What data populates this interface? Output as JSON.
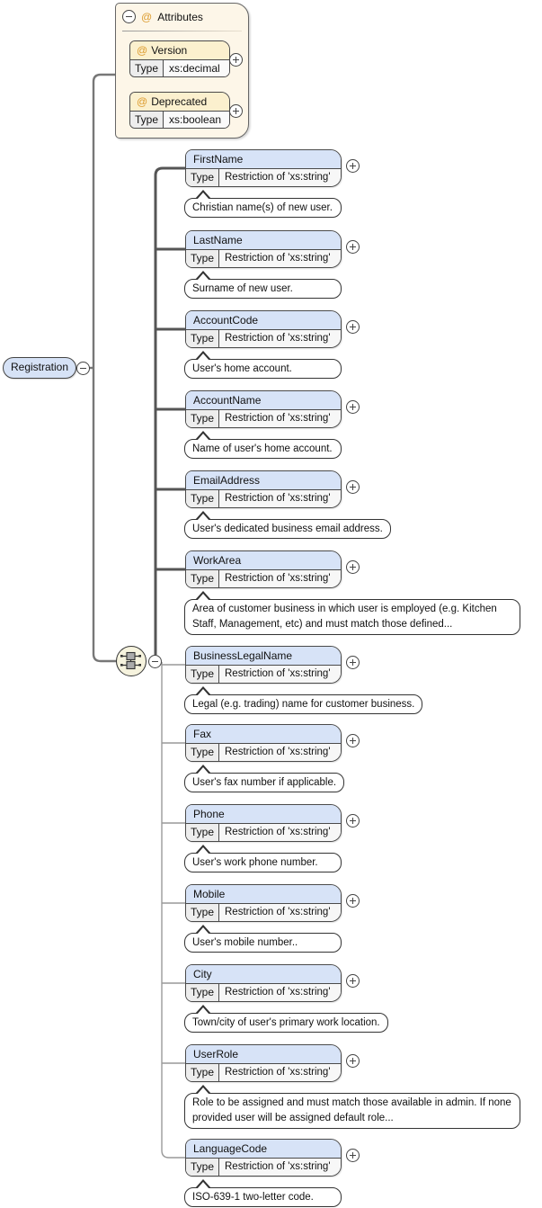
{
  "root": {
    "label": "Registration"
  },
  "icons": {
    "collapse": "minus-circle",
    "expand": "plus-circle",
    "compositor": "sequence-icon",
    "attribute_marker": "@"
  },
  "colors": {
    "element_header_bg": "#D7E3F7",
    "attribute_header_bg": "#FBF0CE",
    "attributes_panel_bg": "#FDF6E8",
    "type_cell_bg": "#EDEDED",
    "value_cell_bg": "#F7F7F7",
    "at_symbol": "#DC9B2D",
    "wire_dark": "#555555",
    "wire_light": "#999999"
  },
  "attributes_panel": {
    "title": "Attributes",
    "at_symbol": "@",
    "attributes": [
      {
        "at": "@",
        "name": "Version",
        "type_label": "Type",
        "type_value": "xs:decimal"
      },
      {
        "at": "@",
        "name": "Deprecated",
        "type_label": "Type",
        "type_value": "xs:boolean"
      }
    ]
  },
  "elements": [
    {
      "name": "FirstName",
      "type_label": "Type",
      "type_value": "Restriction of 'xs:string'",
      "annotation": "Christian name(s) of new user."
    },
    {
      "name": "LastName",
      "type_label": "Type",
      "type_value": "Restriction of 'xs:string'",
      "annotation": "Surname of new user."
    },
    {
      "name": "AccountCode",
      "type_label": "Type",
      "type_value": "Restriction of 'xs:string'",
      "annotation": "User's home account."
    },
    {
      "name": "AccountName",
      "type_label": "Type",
      "type_value": "Restriction of 'xs:string'",
      "annotation": "Name of user's home account."
    },
    {
      "name": "EmailAddress",
      "type_label": "Type",
      "type_value": "Restriction of 'xs:string'",
      "annotation": "User's dedicated business email address."
    },
    {
      "name": "WorkArea",
      "type_label": "Type",
      "type_value": "Restriction of 'xs:string'",
      "annotation": "Area of customer business in which user is employed (e.g. Kitchen Staff, Management, etc) and must match those defined..."
    },
    {
      "name": "BusinessLegalName",
      "type_label": "Type",
      "type_value": "Restriction of 'xs:string'",
      "annotation": "Legal (e.g. trading) name for customer business."
    },
    {
      "name": "Fax",
      "type_label": "Type",
      "type_value": "Restriction of 'xs:string'",
      "annotation": "User's fax number if applicable."
    },
    {
      "name": "Phone",
      "type_label": "Type",
      "type_value": "Restriction of 'xs:string'",
      "annotation": "User's work phone number."
    },
    {
      "name": "Mobile",
      "type_label": "Type",
      "type_value": "Restriction of 'xs:string'",
      "annotation": "User's mobile number.."
    },
    {
      "name": "City",
      "type_label": "Type",
      "type_value": "Restriction of 'xs:string'",
      "annotation": "Town/city of user's primary work location."
    },
    {
      "name": "UserRole",
      "type_label": "Type",
      "type_value": "Restriction of 'xs:string'",
      "annotation": "Role to be assigned and must match those available in admin. If none provided user will be assigned default role..."
    },
    {
      "name": "LanguageCode",
      "type_label": "Type",
      "type_value": "Restriction of 'xs:string'",
      "annotation": "ISO-639-1 two-letter code."
    }
  ]
}
